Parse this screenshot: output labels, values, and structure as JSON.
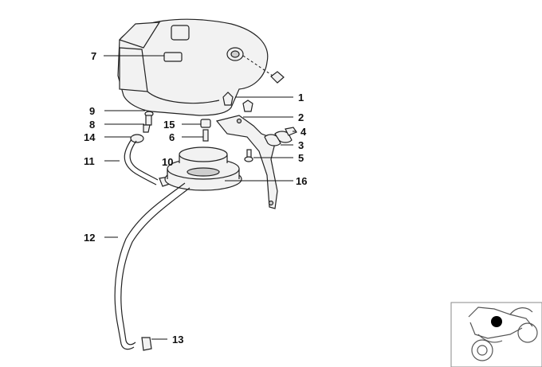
{
  "diagram": {
    "callouts": [
      {
        "id": "1",
        "label": "1"
      },
      {
        "id": "2",
        "label": "2"
      },
      {
        "id": "3",
        "label": "3"
      },
      {
        "id": "4",
        "label": "4"
      },
      {
        "id": "5",
        "label": "5"
      },
      {
        "id": "6",
        "label": "6"
      },
      {
        "id": "7",
        "label": "7"
      },
      {
        "id": "8",
        "label": "8"
      },
      {
        "id": "9",
        "label": "9"
      },
      {
        "id": "10",
        "label": "10"
      },
      {
        "id": "11",
        "label": "11"
      },
      {
        "id": "12",
        "label": "12"
      },
      {
        "id": "13",
        "label": "13"
      },
      {
        "id": "14",
        "label": "14"
      },
      {
        "id": "15",
        "label": "15"
      },
      {
        "id": "16",
        "label": "16"
      }
    ],
    "thumbnail": {
      "icon": "motorcycle-location-icon",
      "marker_color": "#000000"
    }
  }
}
